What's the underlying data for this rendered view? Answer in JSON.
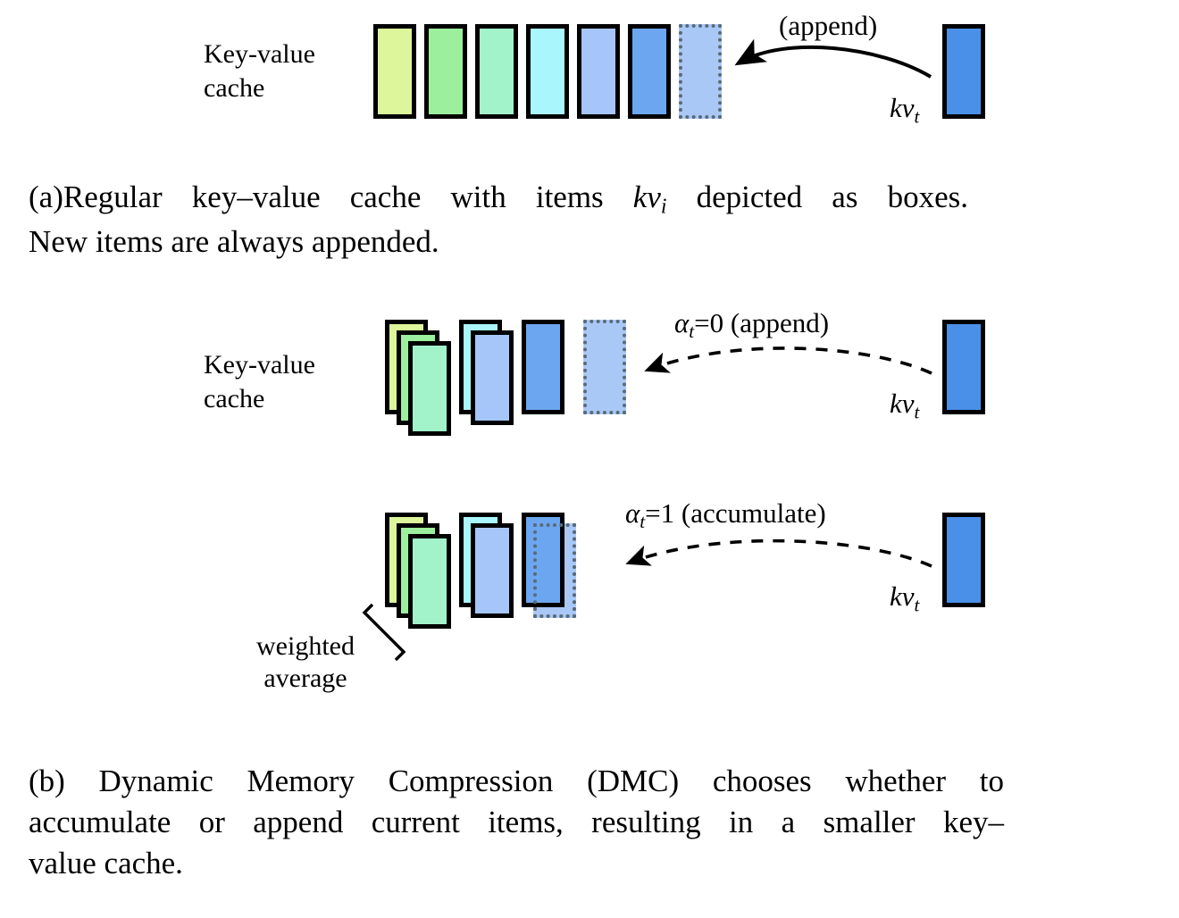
{
  "figure": {
    "panel_a": {
      "cache_label": "Key-value\ncache",
      "operation_label": "(append)",
      "incoming_label": "kv",
      "incoming_sub": "t",
      "boxes": [
        {
          "name": "kv-box-1",
          "color": "#ddf59b",
          "style": "solid"
        },
        {
          "name": "kv-box-2",
          "color": "#9cef9c",
          "style": "solid"
        },
        {
          "name": "kv-box-3",
          "color": "#a2f2ca",
          "style": "solid"
        },
        {
          "name": "kv-box-4",
          "color": "#aaf6fd",
          "style": "solid"
        },
        {
          "name": "kv-box-5",
          "color": "#a6c6f9",
          "style": "solid"
        },
        {
          "name": "kv-box-6",
          "color": "#6ca6f0",
          "style": "solid"
        },
        {
          "name": "kv-box-slot-new",
          "color": "#a9c8f5",
          "style": "dashed"
        }
      ],
      "incoming_box_color": "#4a90e8",
      "caption": {
        "label": "(a)",
        "line1_a": "Regular key–value cache with items ",
        "math": "kv",
        "math_sub": "i",
        "line1_b": " depicted as boxes.",
        "line2": "New items are always appended."
      }
    },
    "panel_b": {
      "cache_label": "Key-value\ncache",
      "row_append": {
        "operation_label_alpha": "α",
        "operation_label_sub": "t",
        "operation_label_rest": "=0 (append)",
        "incoming_label": "kv",
        "incoming_sub": "t",
        "incoming_box_color": "#4a90e8",
        "stacks": [
          {
            "name": "stack-green",
            "colors": [
              "#ddf59b",
              "#9cef9c",
              "#a2f2ca"
            ]
          },
          {
            "name": "stack-cyan-blue",
            "colors": [
              "#aaf6fd",
              "#a6c6f9"
            ]
          },
          {
            "name": "stack-blue",
            "colors": [
              "#6ca6f0"
            ]
          }
        ],
        "placeholder": {
          "name": "kv-box-slot-new",
          "color": "#a9c8f5",
          "style": "dashed"
        }
      },
      "row_accumulate": {
        "operation_label_alpha": "α",
        "operation_label_sub": "t",
        "operation_label_rest": "=1 (accumulate)",
        "incoming_label": "kv",
        "incoming_sub": "t",
        "incoming_box_color": "#4a90e8",
        "stacks": [
          {
            "name": "stack-green",
            "colors": [
              "#ddf59b",
              "#9cef9c",
              "#a2f2ca"
            ]
          },
          {
            "name": "stack-cyan-blue",
            "colors": [
              "#aaf6fd",
              "#a6c6f9"
            ]
          },
          {
            "name": "stack-blue",
            "colors": [
              "#6ca6f0"
            ]
          }
        ],
        "placeholder": {
          "name": "kv-box-slot-merge",
          "color": "#a9c8f5",
          "style": "dashed"
        },
        "annotation": "weighted\naverage"
      },
      "caption": {
        "label": "(b)",
        "line1": "Dynamic Memory Compression (DMC) chooses whether to",
        "line2": "accumulate or append current items, resulting in a smaller key–",
        "line3": "value cache."
      }
    },
    "colors": {
      "outline": "#000000",
      "dashed_outline": "#5a6a7a",
      "background": "#ffffff"
    }
  }
}
